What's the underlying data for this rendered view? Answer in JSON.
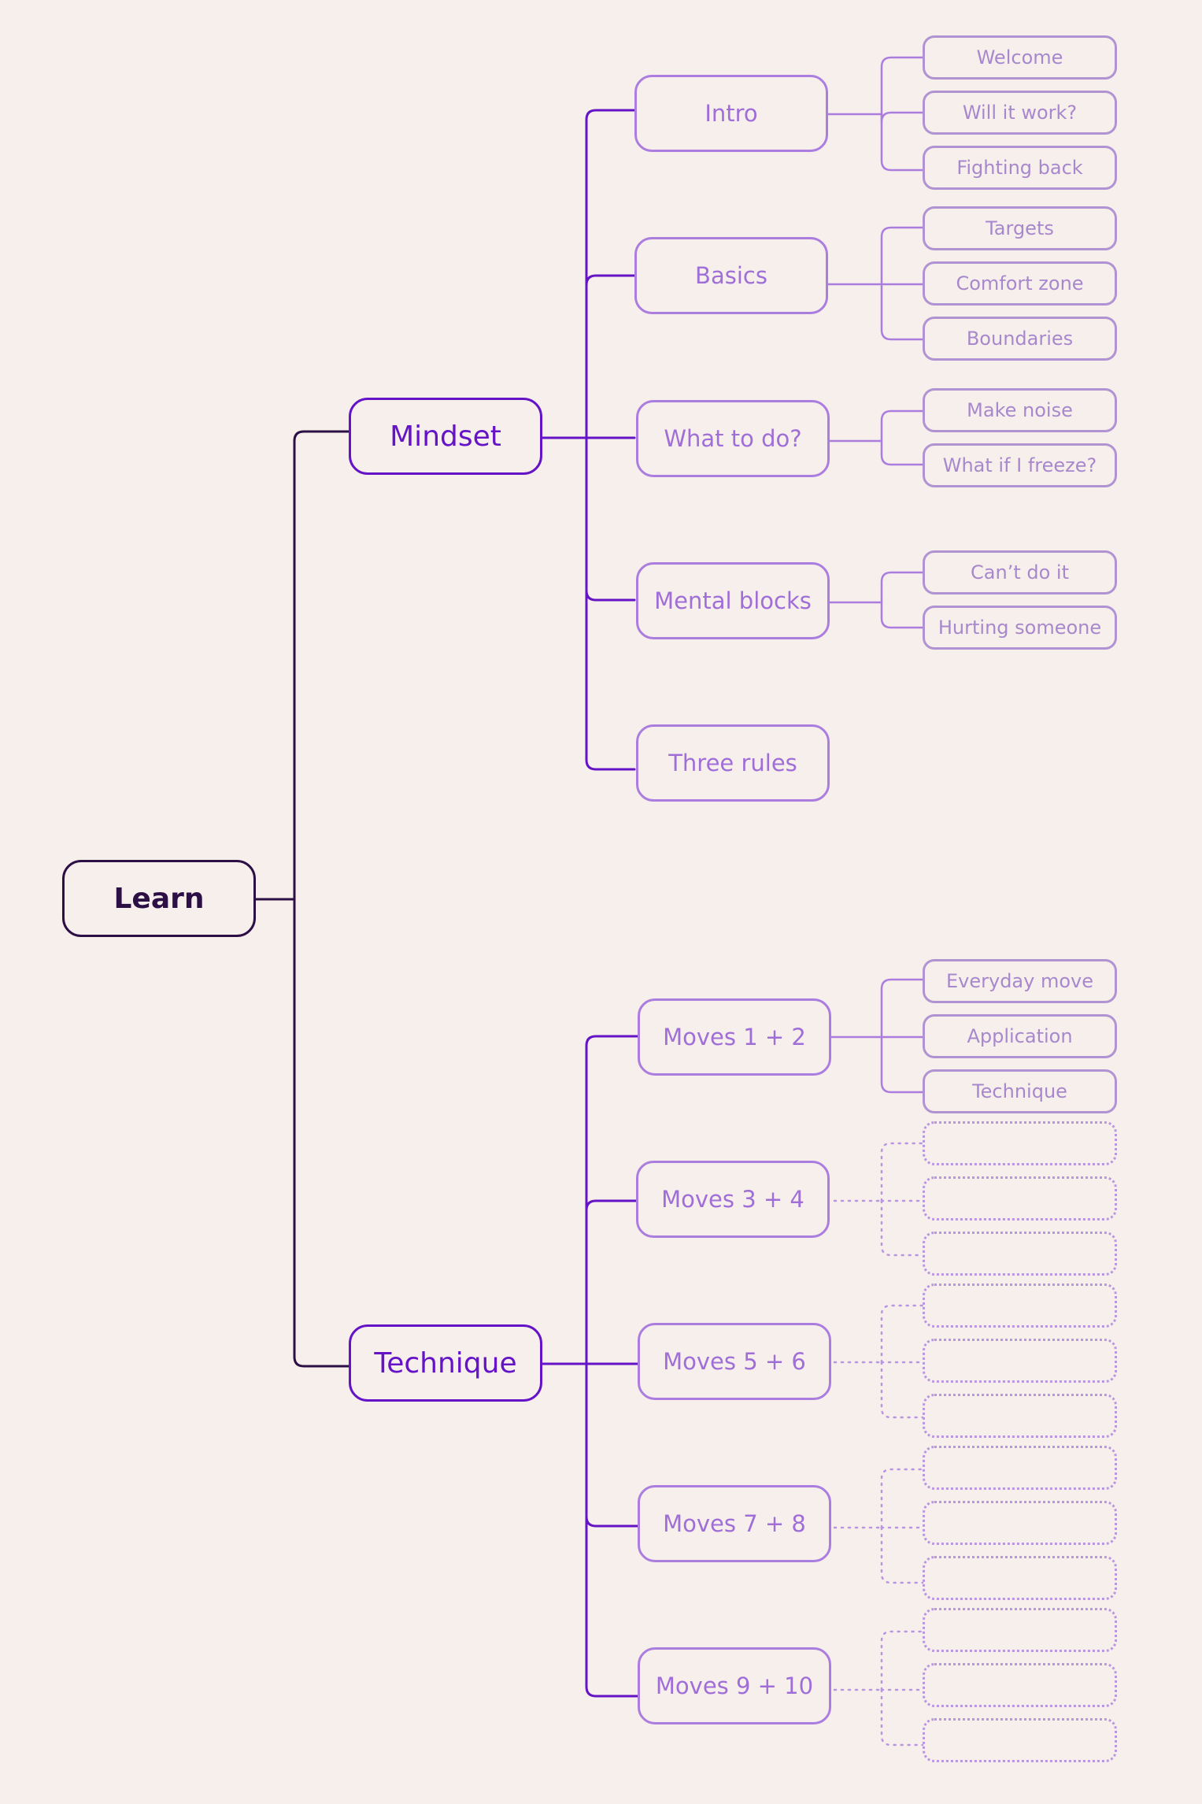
{
  "colors": {
    "background": "#f7efec",
    "root": "#2c0f45",
    "level1": "#6414c6",
    "level2": "#ab7ddf",
    "level3": "#b093d2",
    "placeholder": "#b996e0"
  },
  "root": {
    "label": "Learn"
  },
  "branches": [
    {
      "label": "Mindset",
      "children": [
        {
          "label": "Intro",
          "leaves": [
            "Welcome",
            "Will it work?",
            "Fighting back"
          ]
        },
        {
          "label": "Basics",
          "leaves": [
            "Targets",
            "Comfort zone",
            "Boundaries"
          ]
        },
        {
          "label": "What to do?",
          "leaves": [
            "Make noise",
            "What if I freeze?"
          ]
        },
        {
          "label": "Mental blocks",
          "leaves": [
            "Can’t do it",
            "Hurting someone"
          ]
        },
        {
          "label": "Three rules",
          "leaves": []
        }
      ]
    },
    {
      "label": "Technique",
      "children": [
        {
          "label": "Moves 1 + 2",
          "leaves": [
            "Everyday move",
            "Application",
            "Technique"
          ]
        },
        {
          "label": "Moves 3 + 4",
          "leaves": [
            "",
            "",
            ""
          ]
        },
        {
          "label": "Moves 5 + 6",
          "leaves": [
            "",
            "",
            ""
          ]
        },
        {
          "label": "Moves 7 + 8",
          "leaves": [
            "",
            "",
            ""
          ]
        },
        {
          "label": "Moves 9 + 10",
          "leaves": [
            "",
            "",
            ""
          ]
        }
      ]
    }
  ]
}
